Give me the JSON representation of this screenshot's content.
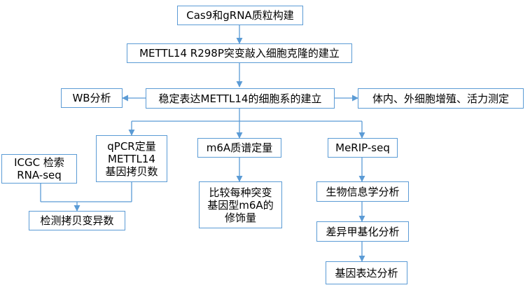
{
  "colors": {
    "box_border": "#5b9bd5",
    "connector": "#5b9bd5",
    "text": "#000000",
    "background": "#ffffff"
  },
  "nodes": {
    "plasmid": "Cas9和gRNA质粒构建",
    "mutant_clone": "METTL14 R298P突变敲入细胞克隆的建立",
    "wb": "WB分析",
    "stable_line": "稳定表达METTL14的细胞系的建立",
    "in_vivo": "体内、外细胞增殖、活力测定",
    "icgc": "ICGC 检索\nRNA-seq",
    "qpcr": "qPCR定量\nMETTL14\n基因拷贝数",
    "m6a_ms": "m6A质谱定量",
    "merip": "MeRIP-seq",
    "cnv": "检测拷贝变异数",
    "compare_m6a": "比较每种突变\n基因型m6A的\n修饰量",
    "bioinfo": "生物信息学分析",
    "diff_methyl": "差异甲基化分析",
    "gene_expr": "基因表达分析"
  }
}
